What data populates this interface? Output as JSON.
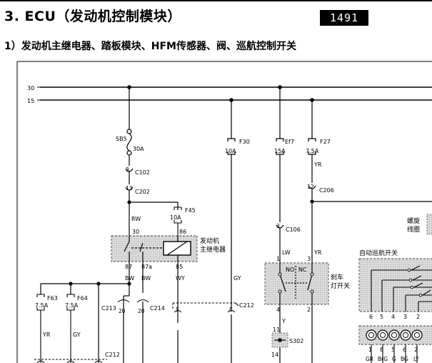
{
  "page": {
    "title": "3. ECU（发动机控制模块）",
    "page_number": "1491",
    "subtitle": "1）发动机主继电器、踏板模块、HFM传感器、阀、巡航控制开关"
  },
  "bus": {
    "b30": "30",
    "b15": "15"
  },
  "fuses": {
    "sb5": {
      "name": "SB5",
      "rating": "30A"
    },
    "f30": {
      "name": "F30",
      "rating": "10A"
    },
    "ef7": {
      "name": "Ef7",
      "rating": "15A"
    },
    "f27": {
      "name": "F27",
      "rating": "7.5A"
    },
    "f45": {
      "name": "F45",
      "rating": "10A"
    },
    "f63": {
      "name": "F63",
      "rating": "7.5A"
    },
    "f64": {
      "name": "F64",
      "rating": "7.5A"
    }
  },
  "connectors": {
    "c102": {
      "pin": "3",
      "name": "C102"
    },
    "c202": {
      "pin": "13",
      "name": "C202"
    },
    "c206": {
      "pin": "12",
      "name": "C206"
    },
    "c106": {
      "pin": "3",
      "name": "C106"
    },
    "c213": {
      "name": "C213",
      "pin": "20"
    },
    "c214": {
      "name": "C214",
      "pin": "20"
    },
    "c212_a": {
      "name": "C212"
    },
    "c212_b": {
      "name": "C212"
    },
    "c212_5": "5",
    "c212_8": "8",
    "s302": {
      "name": "S302",
      "pin_top": "11",
      "pin_bottom": "14"
    }
  },
  "wires": {
    "rw": "RW",
    "bw1": "BW",
    "bw2": "BW",
    "wy": "WY",
    "gy": "GY",
    "lw": "LW",
    "yr_top": "YR",
    "yr_mid": "YR",
    "y": "Y",
    "yr_f63": "YR",
    "gy_f64": "GY"
  },
  "relay": {
    "label_line1": "发动机",
    "label_line2": "主继电器",
    "pin30": "30",
    "pin86": "86",
    "pin87": "87",
    "pin87a": "87a",
    "pin85": "85"
  },
  "brake_switch": {
    "label_line1": "刹车",
    "label_line2": "灯开关",
    "no": "NO",
    "nc": "NC",
    "pin1": "1",
    "pin3": "3",
    "pin4": "4",
    "pin2": "2"
  },
  "cruise": {
    "label": "自动巡航开关",
    "coil_line1": "螺旋",
    "coil_line2": "线圈",
    "pins_top": [
      "6",
      "5",
      "4",
      "3",
      "2"
    ],
    "pins_bottom": [
      "1",
      "8",
      "5",
      "6",
      "2"
    ],
    "wire_colors": [
      "GR",
      "BrG",
      "G",
      "BG",
      "LY"
    ]
  }
}
